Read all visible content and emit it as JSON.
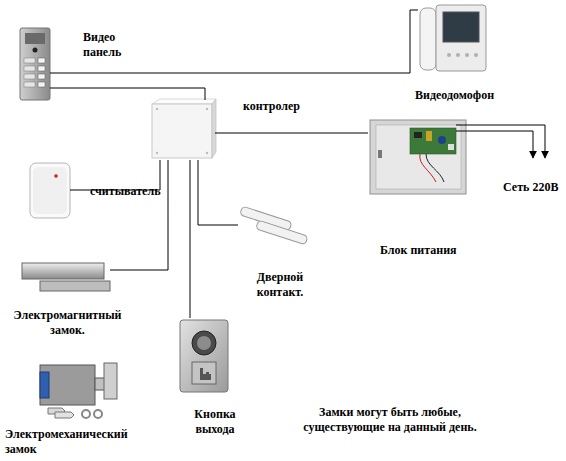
{
  "diagram": {
    "nodes": [
      {
        "text": [
          "Видео панель"
        ]
      },
      {
        "text": [
          "Видеодомофон"
        ]
      },
      {
        "text": [
          "контролер"
        ]
      },
      {
        "text": [
          "Блок питания"
        ]
      },
      {
        "text": [
          "считыватель"
        ]
      },
      {
        "text": [
          "Электромагнитный замок."
        ]
      },
      {
        "text": [
          "Дверной контакт."
        ]
      },
      {
        "text": [
          "Кнопка выхода"
        ]
      },
      {
        "text": [
          "Электромеханический замок"
        ]
      }
    ],
    "edges": [
      {
        "from": 0,
        "to": 1,
        "arrow": "none"
      },
      {
        "from": 0,
        "to": 2,
        "arrow": "none"
      },
      {
        "from": 2,
        "to": 3,
        "arrow": "none"
      },
      {
        "from": 2,
        "to": 4,
        "arrow": "none"
      },
      {
        "from": 2,
        "to": 5,
        "arrow": "none"
      },
      {
        "from": 2,
        "to": 7,
        "arrow": "none"
      },
      {
        "from": 2,
        "to": 6,
        "arrow": "none"
      }
    ],
    "labels": [
      "Сеть 220В",
      "Замки могут быть любые, существующие на данный день."
    ]
  }
}
